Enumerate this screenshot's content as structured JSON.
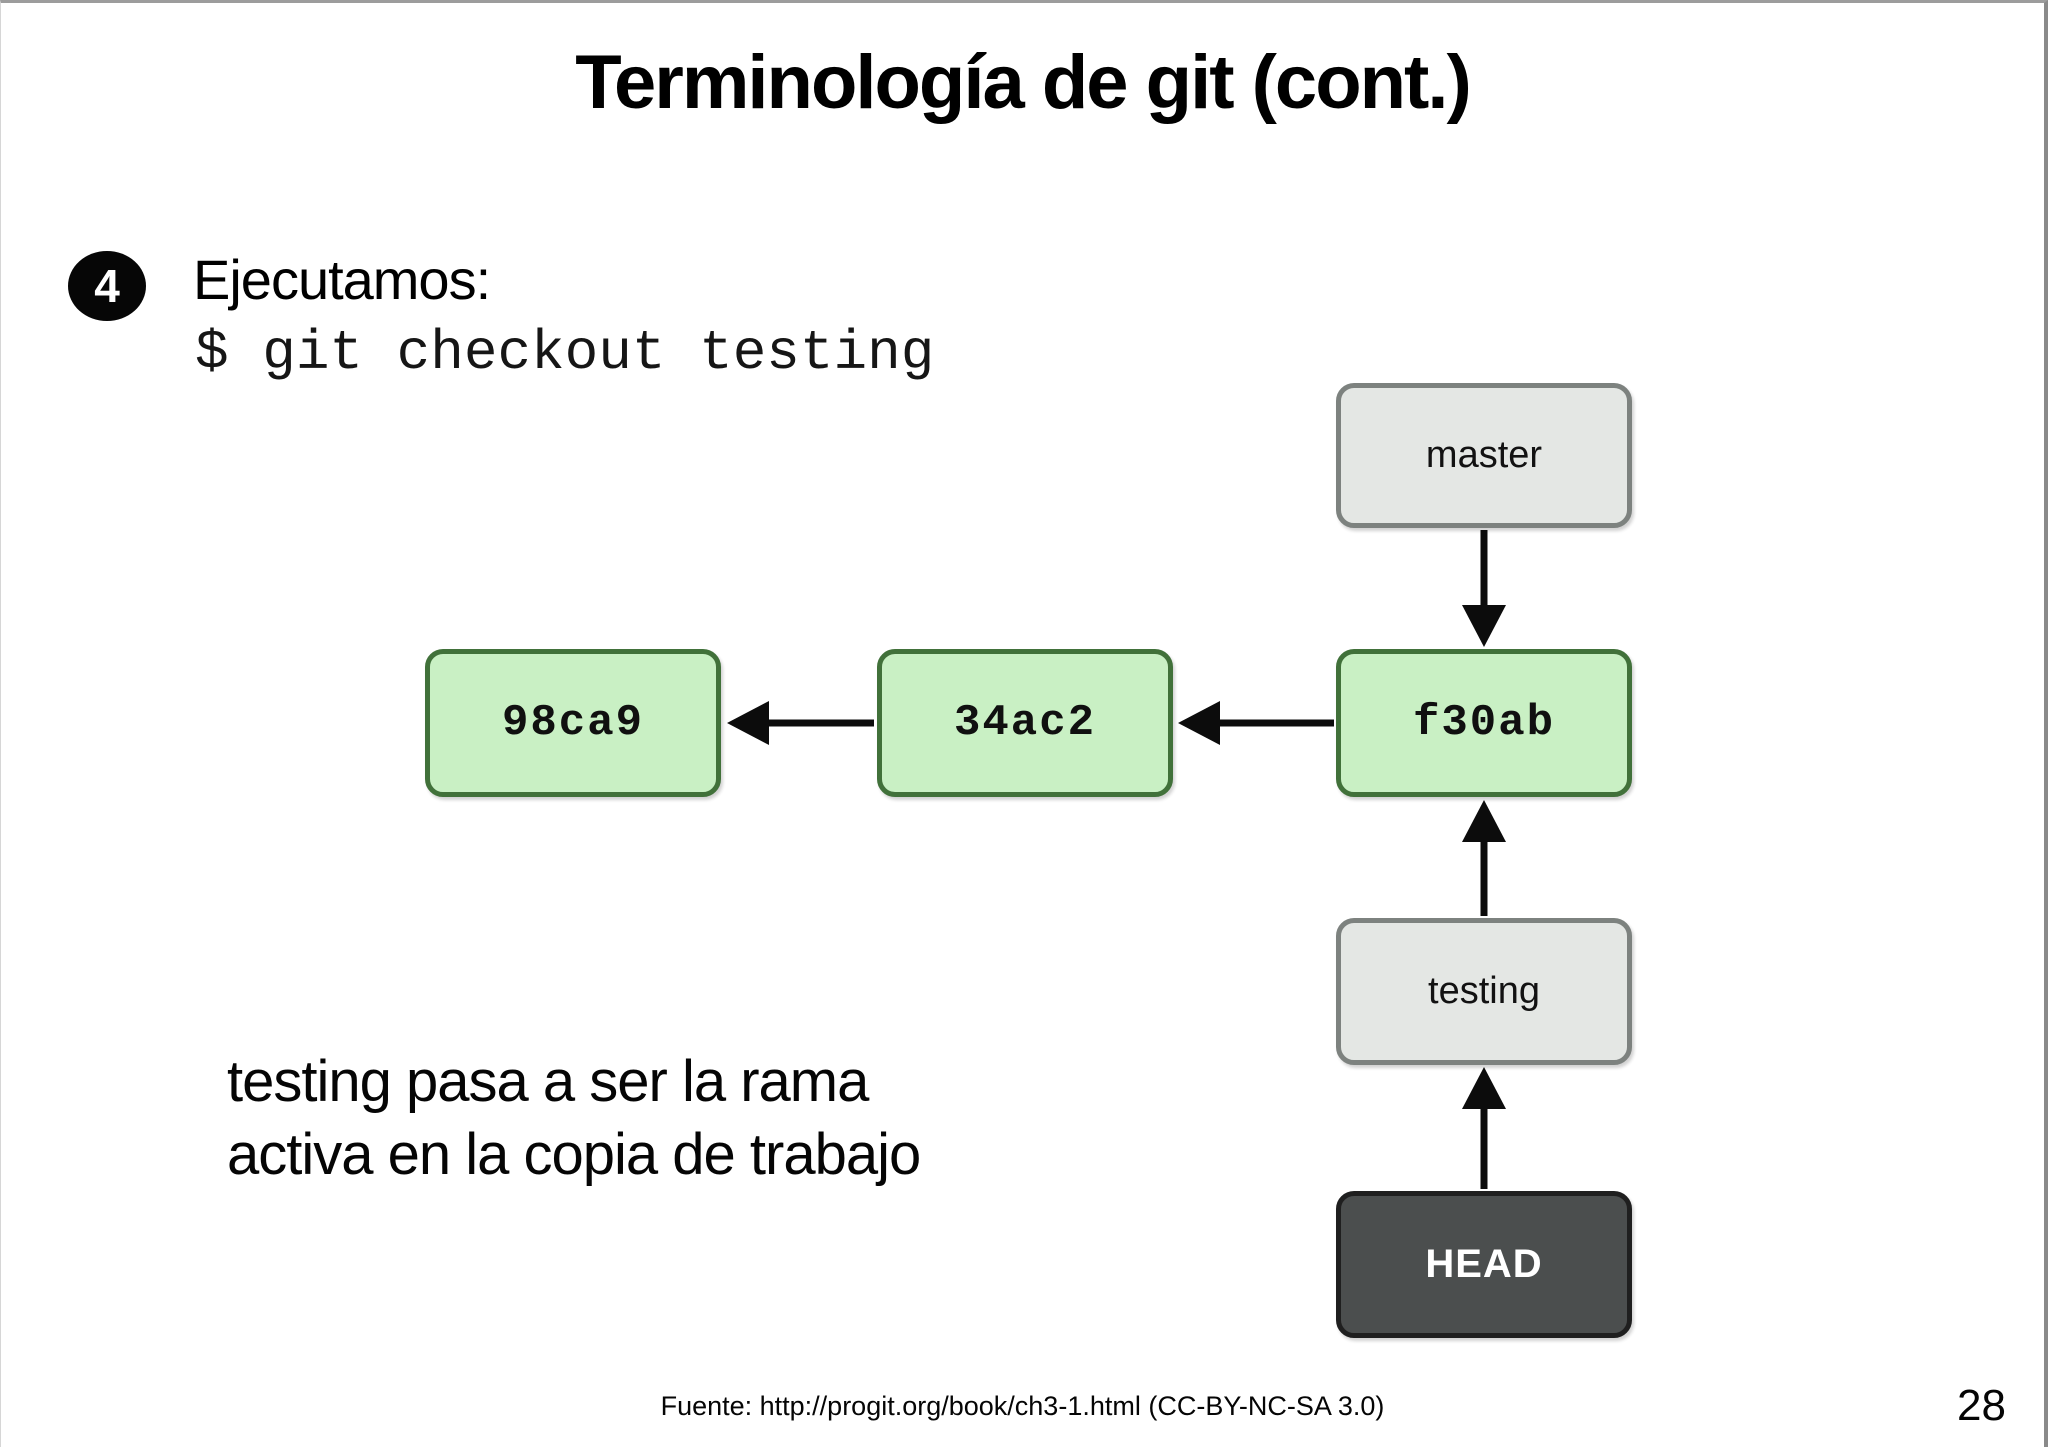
{
  "slide": {
    "title": "Terminología de git (cont.)",
    "page_number": "28",
    "footer": "Fuente: http://progit.org/book/ch3-1.html  (CC-BY-NC-SA 3.0)"
  },
  "step": {
    "number": "4",
    "label": "Ejecutamos:",
    "command": "$ git checkout testing"
  },
  "caption": {
    "line1": "testing pasa a ser la rama",
    "line2": "activa en la copia de trabajo"
  },
  "diagram": {
    "nodes": {
      "master": {
        "label": "master",
        "type": "branch"
      },
      "c98ca9": {
        "label": "98ca9",
        "type": "commit"
      },
      "c34ac2": {
        "label": "34ac2",
        "type": "commit"
      },
      "f30ab": {
        "label": "f30ab",
        "type": "commit"
      },
      "testing": {
        "label": "testing",
        "type": "branch"
      },
      "head": {
        "label": "HEAD",
        "type": "head"
      }
    },
    "edges": [
      {
        "from": "master",
        "to": "f30ab",
        "direction": "down"
      },
      {
        "from": "f30ab",
        "to": "34ac2",
        "direction": "left"
      },
      {
        "from": "34ac2",
        "to": "98ca9",
        "direction": "left"
      },
      {
        "from": "testing",
        "to": "f30ab",
        "direction": "up"
      },
      {
        "from": "HEAD",
        "to": "testing",
        "direction": "up"
      }
    ],
    "colors": {
      "commit_fill": "#c9f0c4",
      "commit_border": "#41713a",
      "branch_fill": "#e4e7e4",
      "branch_border": "#7d827f",
      "head_fill": "#4b4e4e",
      "head_border": "#1f1f1f",
      "head_text": "#ffffff",
      "arrow": "#0c0c0c"
    }
  }
}
